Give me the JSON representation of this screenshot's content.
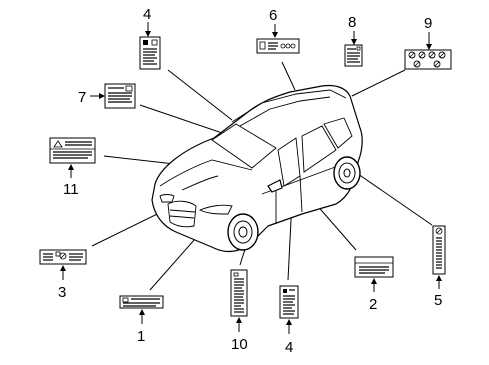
{
  "callouts": [
    {
      "id": "c4a",
      "text": "4"
    },
    {
      "id": "c6",
      "text": "6"
    },
    {
      "id": "c8",
      "text": "8"
    },
    {
      "id": "c9",
      "text": "9"
    },
    {
      "id": "c7",
      "text": "7"
    },
    {
      "id": "c11",
      "text": "11"
    },
    {
      "id": "c3",
      "text": "3"
    },
    {
      "id": "c1",
      "text": "1"
    },
    {
      "id": "c10",
      "text": "10"
    },
    {
      "id": "c4b",
      "text": "4"
    },
    {
      "id": "c2",
      "text": "2"
    },
    {
      "id": "c5",
      "text": "5"
    }
  ]
}
